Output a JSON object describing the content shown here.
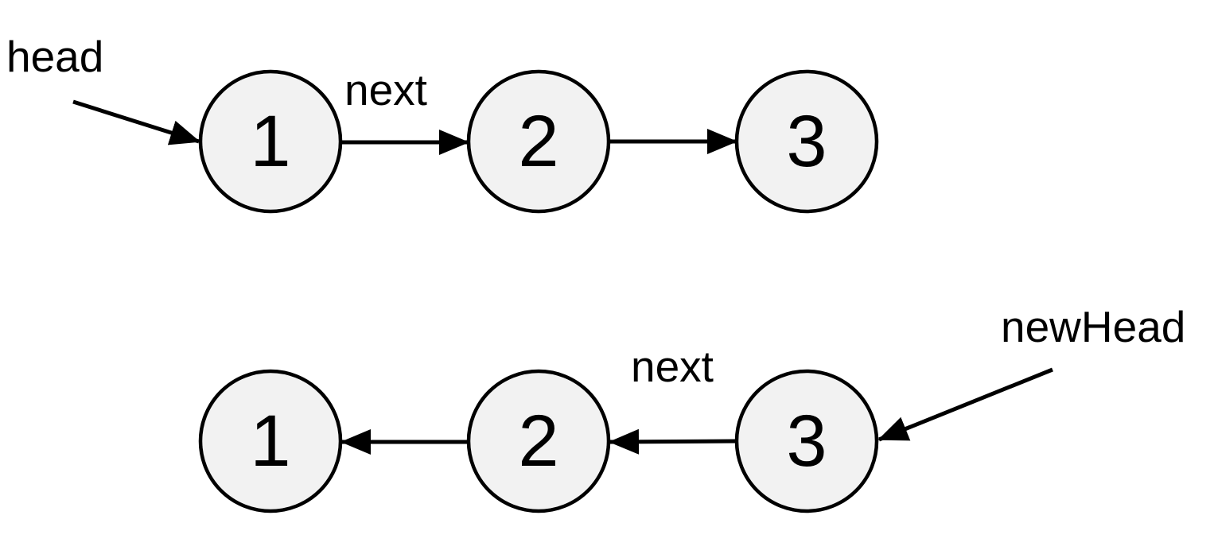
{
  "colors": {
    "node_fill": "#f2f2f2",
    "stroke": "#000000",
    "text": "#000000"
  },
  "original_list": {
    "pointer_label": "head",
    "edge_label": "next",
    "nodes": [
      "1",
      "2",
      "3"
    ]
  },
  "reversed_list": {
    "pointer_label": "newHead",
    "edge_label": "next",
    "nodes": [
      "1",
      "2",
      "3"
    ]
  }
}
